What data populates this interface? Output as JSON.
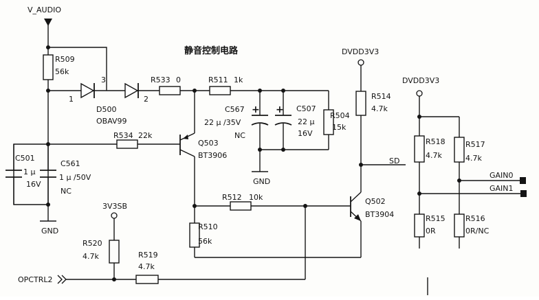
{
  "title": "静音控制电路",
  "nets": {
    "v_audio": "V_AUDIO",
    "dvdd_left": "DVDD3V3",
    "dvdd_right": "DVDD3V3",
    "v3v3sb": "3V3SB",
    "gnd_left": "GND",
    "gnd_mid": "GND",
    "sd": "SD",
    "gain0": "GAIN0",
    "gain1": "GAIN1",
    "opctrl": "OPCTRL2"
  },
  "components": {
    "r509": {
      "ref": "R509",
      "value": "56k"
    },
    "d500": {
      "ref": "D500",
      "part": "OBAV99",
      "pin1": "1",
      "pin2": "2",
      "pin3": "3"
    },
    "r533": {
      "ref": "R533",
      "value": "0"
    },
    "r511": {
      "ref": "R511",
      "value": "1k"
    },
    "c567": {
      "ref": "C567",
      "value": "22 μ /35V",
      "note": "NC"
    },
    "c507": {
      "ref": "C507",
      "value": "22 μ",
      "voltage": "16V"
    },
    "r504": {
      "ref": "R504",
      "value": "15k"
    },
    "r514": {
      "ref": "R514",
      "value": "4.7k"
    },
    "r534": {
      "ref": "R534",
      "value": "22k"
    },
    "q503": {
      "ref": "Q503",
      "part": "BT3906"
    },
    "c501": {
      "ref": "C501",
      "value": "1 μ",
      "voltage": "16V"
    },
    "c561": {
      "ref": "C561",
      "value": "1 μ /50V",
      "note": "NC"
    },
    "r512": {
      "ref": "R512",
      "value": "10k"
    },
    "q502": {
      "ref": "Q502",
      "part": "BT3904"
    },
    "r510": {
      "ref": "R510",
      "value": "56k"
    },
    "r520": {
      "ref": "R520",
      "value": "4.7k"
    },
    "r519": {
      "ref": "R519",
      "value": "4.7k"
    },
    "r518": {
      "ref": "R518",
      "value": "4.7k"
    },
    "r517": {
      "ref": "R517",
      "value": "4.7k"
    },
    "r515": {
      "ref": "R515",
      "value": "0R"
    },
    "r516": {
      "ref": "R516",
      "value": "0R/NC"
    }
  }
}
